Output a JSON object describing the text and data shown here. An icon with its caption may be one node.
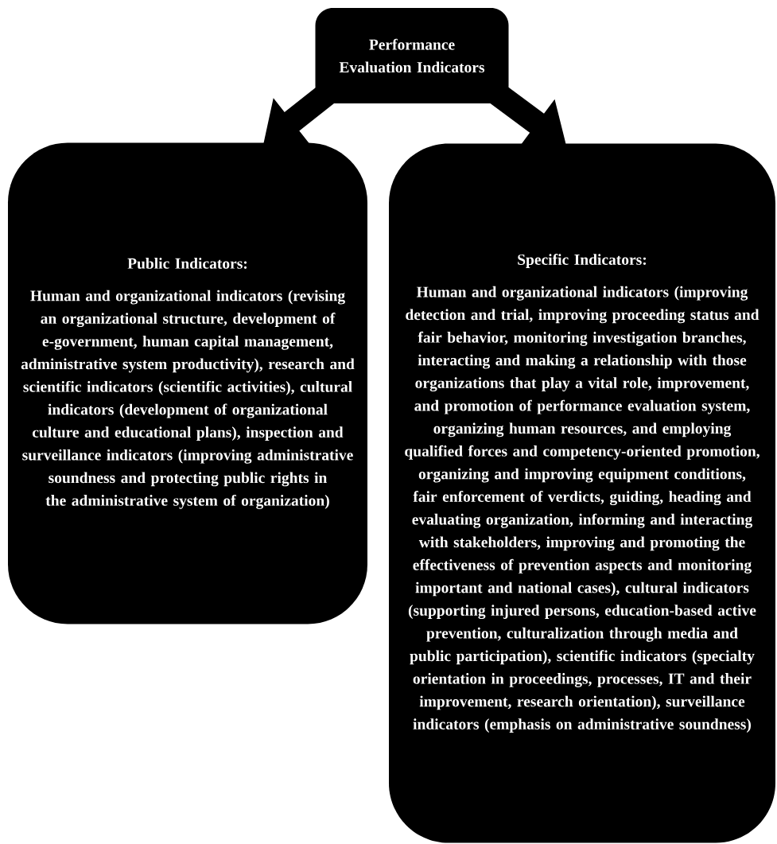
{
  "diagram": {
    "nodes": [
      {
        "text": [
          "Performance Evaluation Indicators"
        ]
      },
      {
        "text": [
          "Public Indicators:",
          "Human and organizational indicators (revising an organizational structure, development of e-government, human capital management, administrative system productivity), research and scientific indicators (scientific activities), cultural indicators (development of organizational culture and educational plans), inspection and surveillance indicators (improving administrative soundness and protecting public rights in the administrative system of organization)"
        ]
      },
      {
        "text": [
          "Specific Indicators:",
          "Human and organizational indicators (improving detection and trial, improving proceeding status and fair behavior, monitoring investigation branches, interacting and making a relationship with those organizations that play a vital role, improvement, and promotion of performance evaluation system, organizing human resources, and employing qualified forces and competency-oriented promotion, organizing and improving equipment conditions, fair enforcement of verdicts, guiding, heading and evaluating organization, informing and interacting with stakeholders, improving and promoting the effectiveness of prevention aspects and monitoring important and national cases), cultural indicators (supporting injured persons, education-based active prevention, culturalization through media and public participation), scientific indicators (specialty orientation in proceedings, processes, IT and their improvement, research orientation), surveillance indicators (emphasis on administrative soundness)"
        ]
      }
    ],
    "edges": [
      {
        "from": 0,
        "to": 1,
        "arrow": "to"
      },
      {
        "from": 0,
        "to": 2,
        "arrow": "to"
      }
    ]
  }
}
